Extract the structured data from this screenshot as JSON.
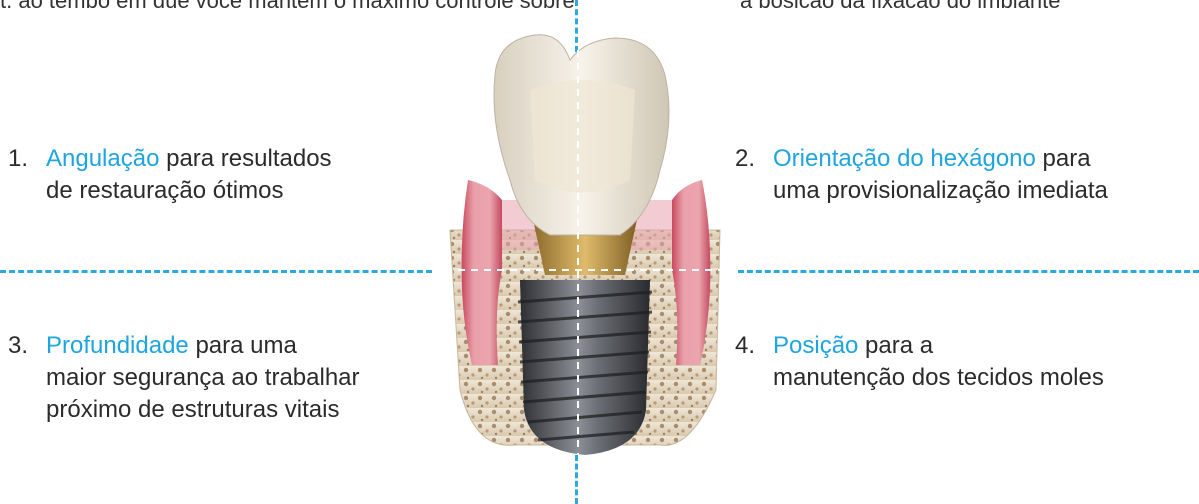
{
  "top_text": {
    "left": "t, ao tempo em que voce mantem o maximo controle sobre",
    "right": "a posicao da fixacao do implante"
  },
  "colors": {
    "accent": "#1ea5df",
    "dash": "#2ba8e0",
    "text": "#2b2b2b"
  },
  "labels": [
    {
      "number": "1.",
      "highlight": "Angulação",
      "rest": " para resultados",
      "line2": "de restauração ótimos",
      "line3": ""
    },
    {
      "number": "2.",
      "highlight": "Orientação do hexágono",
      "rest": " para",
      "line2": "uma provisionalização imediata",
      "line3": ""
    },
    {
      "number": "3.",
      "highlight": "Profundidade",
      "rest": " para uma",
      "line2": "maior segurança ao trabalhar",
      "line3": "próximo de estruturas vitais"
    },
    {
      "number": "4.",
      "highlight": "Posição",
      "rest": " para a",
      "line2": "manutenção dos tecidos moles",
      "line3": ""
    }
  ]
}
